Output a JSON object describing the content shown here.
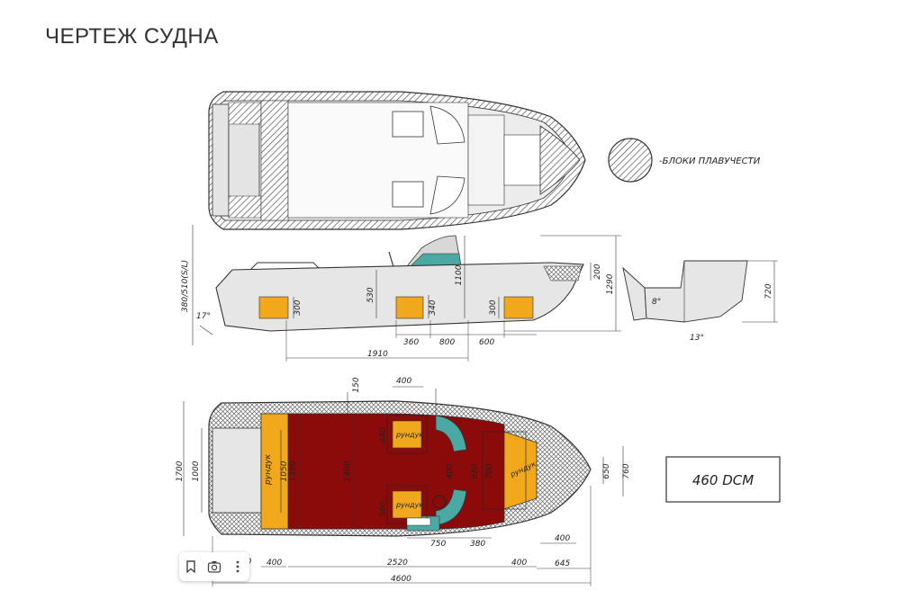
{
  "title": "ЧЕРТЕЖ СУДНА",
  "legend": {
    "label": "-БЛОКИ ПЛАВУЧЕСТИ"
  },
  "model_label": "460 DCM",
  "side_view": {
    "v_label": "380/510(S/L)",
    "angle_stern": "17°",
    "h_530": "530",
    "h_300a": "300",
    "h_340": "340",
    "h_300b": "300",
    "h_1100": "1100",
    "h_200": "200",
    "h_1290": "1290",
    "d_360": "360",
    "d_800": "800",
    "d_600": "600",
    "d_1910": "1910",
    "angle_8": "8°",
    "angle_13": "13°",
    "h_720": "720"
  },
  "plan_view": {
    "d_400_top": "400",
    "d_150": "150",
    "d_1700": "1700",
    "d_1000": "1000",
    "d_1050": "1050",
    "d_1390": "1390",
    "d_1400": "1400",
    "d_440": "440",
    "d_400_mid": "400",
    "d_920": "920",
    "d_700": "700",
    "d_560": "560",
    "d_650": "650",
    "d_760": "760",
    "d_750": "750",
    "d_380": "380",
    "d_400_right": "400",
    "d_660": "660",
    "d_400_left": "400",
    "d_2520": "2520",
    "d_400_b": "400",
    "d_645": "645",
    "d_4600": "4600",
    "locker": "рундук"
  },
  "colors": {
    "orange": "#f2a81d",
    "maroon": "#8b0a0a",
    "teal": "#4aaaa3",
    "hatch": "#555555",
    "light": "#e6e6e6"
  },
  "toolbar": {
    "icons": [
      "bookmark-icon",
      "lens-icon",
      "more-icon"
    ]
  }
}
